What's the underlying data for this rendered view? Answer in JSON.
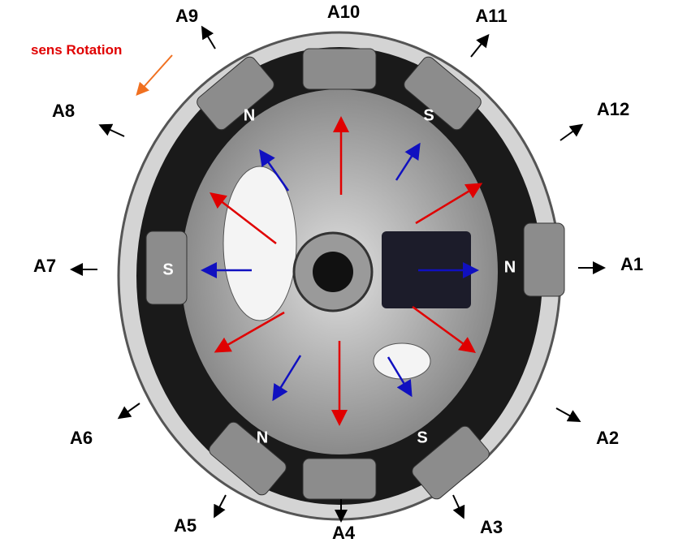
{
  "rotation_label": "sens Rotation",
  "positions": [
    "A1",
    "A2",
    "A3",
    "A4",
    "A5",
    "A6",
    "A7",
    "A8",
    "A9",
    "A10",
    "A11",
    "A12"
  ],
  "poles": [
    "N",
    "S",
    "S",
    "N",
    "N",
    "S"
  ],
  "colors": {
    "rotation_text": "#e00000",
    "rotation_arrow": "#f07020",
    "flux_red": "#e00000",
    "flux_blue": "#1010c0"
  }
}
